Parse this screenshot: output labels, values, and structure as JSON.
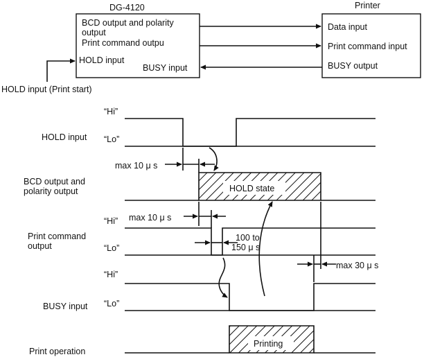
{
  "devices": {
    "controller": {
      "title": "DG-4120",
      "bcd_output_line1": "BCD output and polarity",
      "bcd_output_line2": "output",
      "print_command_output": "Print command outpu",
      "hold_input": "HOLD input",
      "busy_input": "BUSY input"
    },
    "printer": {
      "title": "Printer",
      "data_input": "Data input",
      "print_command_input": "Print command input",
      "busy_output": "BUSY output"
    },
    "external_signal": "HOLD input (Print start)"
  },
  "timing": {
    "level_hi": "“Hi”",
    "level_lo": "“Lo”",
    "signals": {
      "hold_input": "HOLD input",
      "bcd_line1": "BCD output and",
      "bcd_line2": "polarity output",
      "print_cmd_line1": "Print command",
      "print_cmd_line2": "output",
      "busy_input": "BUSY input",
      "print_operation": "Print operation"
    },
    "regions": {
      "hold_state": "HOLD state",
      "printing": "Printing"
    },
    "annotations": {
      "max_10us_a": "max 10 μ s",
      "max_10us_b": "max 10 μ s",
      "range_line1": "100 to",
      "range_line2": "150 μ s",
      "max_30us": "max 30 μ s"
    }
  }
}
